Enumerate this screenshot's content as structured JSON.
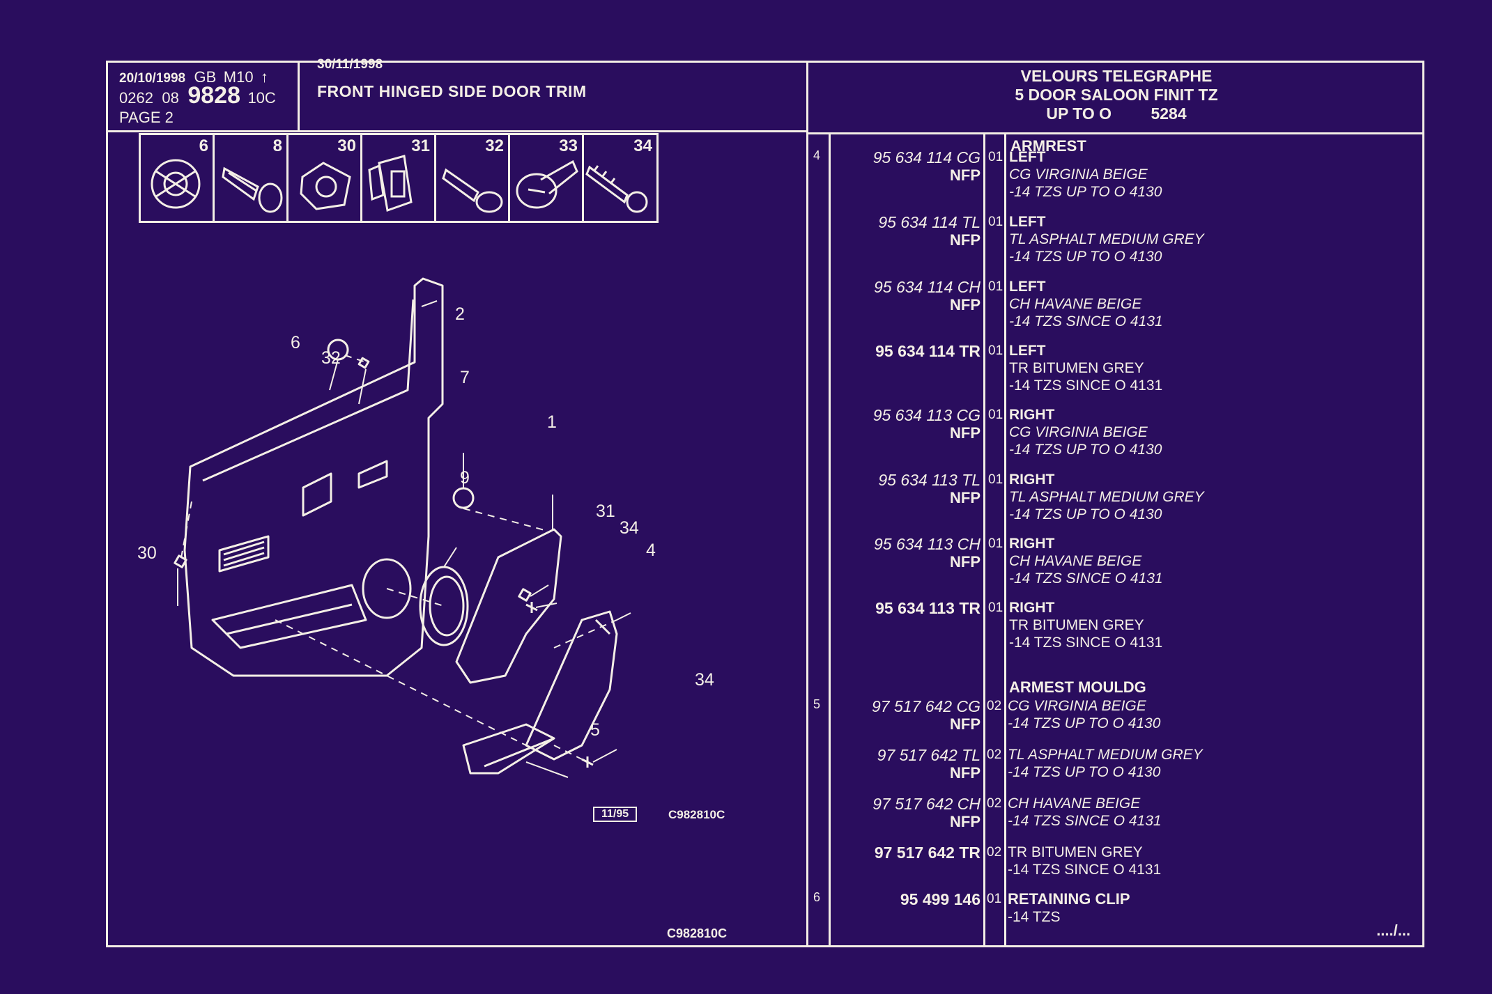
{
  "header": {
    "date1": "20/10/1998",
    "market": "GB",
    "model": "M10",
    "arrow": "↑",
    "code_a": "0262",
    "code_b": "08",
    "code_big": "9828",
    "code_c": "10C",
    "page": "PAGE 2",
    "date2": "30/11/1998",
    "title": "FRONT HINGED SIDE DOOR TRIM",
    "right_l1": "VELOURS TELEGRAPHE",
    "right_l2": "5 DOOR SALOON FINIT TZ",
    "right_l3a": "UP TO O",
    "right_l3b": "5284"
  },
  "thumbnails": [
    "6",
    "8",
    "30",
    "31",
    "32",
    "33",
    "34"
  ],
  "diagram": {
    "callouts": [
      "2",
      "6",
      "32",
      "7",
      "1",
      "9",
      "31",
      "34",
      "4",
      "30",
      "34",
      "5"
    ],
    "stamp": "11/95",
    "ref_inner": "C982810C",
    "ref_bottom": "C982810C"
  },
  "parts": {
    "group1": {
      "idx": "4",
      "name": "ARMREST"
    },
    "group2": {
      "name": "ARMEST MOULDG"
    },
    "rows": [
      {
        "idx": "4",
        "pn": "95 634 114 CG",
        "nfp": "NFP",
        "qty": "01",
        "l1": "LEFT",
        "l2": "CG VIRGINIA BEIGE",
        "l3": "-14 TZS UP TO O 4130"
      },
      {
        "idx": "",
        "pn": "95 634 114 TL",
        "nfp": "NFP",
        "qty": "01",
        "l1": "LEFT",
        "l2": "TL ASPHALT MEDIUM GREY",
        "l3": "-14 TZS UP TO O 4130"
      },
      {
        "idx": "",
        "pn": "95 634 114 CH",
        "nfp": "NFP",
        "qty": "01",
        "l1": "LEFT",
        "l2": "CH HAVANE BEIGE",
        "l3": "-14 TZS SINCE O 4131"
      },
      {
        "idx": "",
        "pn": "95 634 114 TR",
        "nfp": "",
        "qty": "01",
        "l1": "LEFT",
        "l2": "TR BITUMEN GREY",
        "l3": "-14 TZS SINCE O 4131"
      },
      {
        "idx": "",
        "pn": "95 634 113 CG",
        "nfp": "NFP",
        "qty": "01",
        "l1": "RIGHT",
        "l2": "CG VIRGINIA BEIGE",
        "l3": "-14 TZS UP TO O 4130"
      },
      {
        "idx": "",
        "pn": "95 634 113 TL",
        "nfp": "NFP",
        "qty": "01",
        "l1": "RIGHT",
        "l2": "TL ASPHALT MEDIUM GREY",
        "l3": "-14 TZS UP TO O 4130"
      },
      {
        "idx": "",
        "pn": "95 634 113 CH",
        "nfp": "NFP",
        "qty": "01",
        "l1": "RIGHT",
        "l2": "CH HAVANE BEIGE",
        "l3": "-14 TZS SINCE O 4131"
      },
      {
        "idx": "",
        "pn": "95 634 113 TR",
        "nfp": "",
        "qty": "01",
        "l1": "RIGHT",
        "l2": "TR BITUMEN GREY",
        "l3": "-14 TZS SINCE O 4131"
      }
    ],
    "rows2": [
      {
        "idx": "5",
        "pn": "97 517 642 CG",
        "nfp": "NFP",
        "qty": "02",
        "l1": "CG VIRGINIA BEIGE",
        "l2": "-14 TZS UP TO O 4130"
      },
      {
        "idx": "",
        "pn": "97 517 642 TL",
        "nfp": "NFP",
        "qty": "02",
        "l1": "TL ASPHALT MEDIUM GREY",
        "l2": "-14 TZS UP TO O 4130"
      },
      {
        "idx": "",
        "pn": "97 517 642 CH",
        "nfp": "NFP",
        "qty": "02",
        "l1": "CH HAVANE BEIGE",
        "l2": "-14 TZS SINCE O 4131"
      },
      {
        "idx": "",
        "pn": "97 517 642 TR",
        "nfp": "",
        "qty": "02",
        "l1": "TR BITUMEN GREY",
        "l2": "-14 TZS SINCE O 4131"
      }
    ],
    "last": {
      "idx": "6",
      "pn": "95 499 146",
      "qty": "01",
      "l1": "RETAINING CLIP",
      "l2": "-14 TZS"
    },
    "continued": "..../..."
  },
  "colors": {
    "background": "#2a0d5e",
    "ink": "#f4efe6"
  }
}
